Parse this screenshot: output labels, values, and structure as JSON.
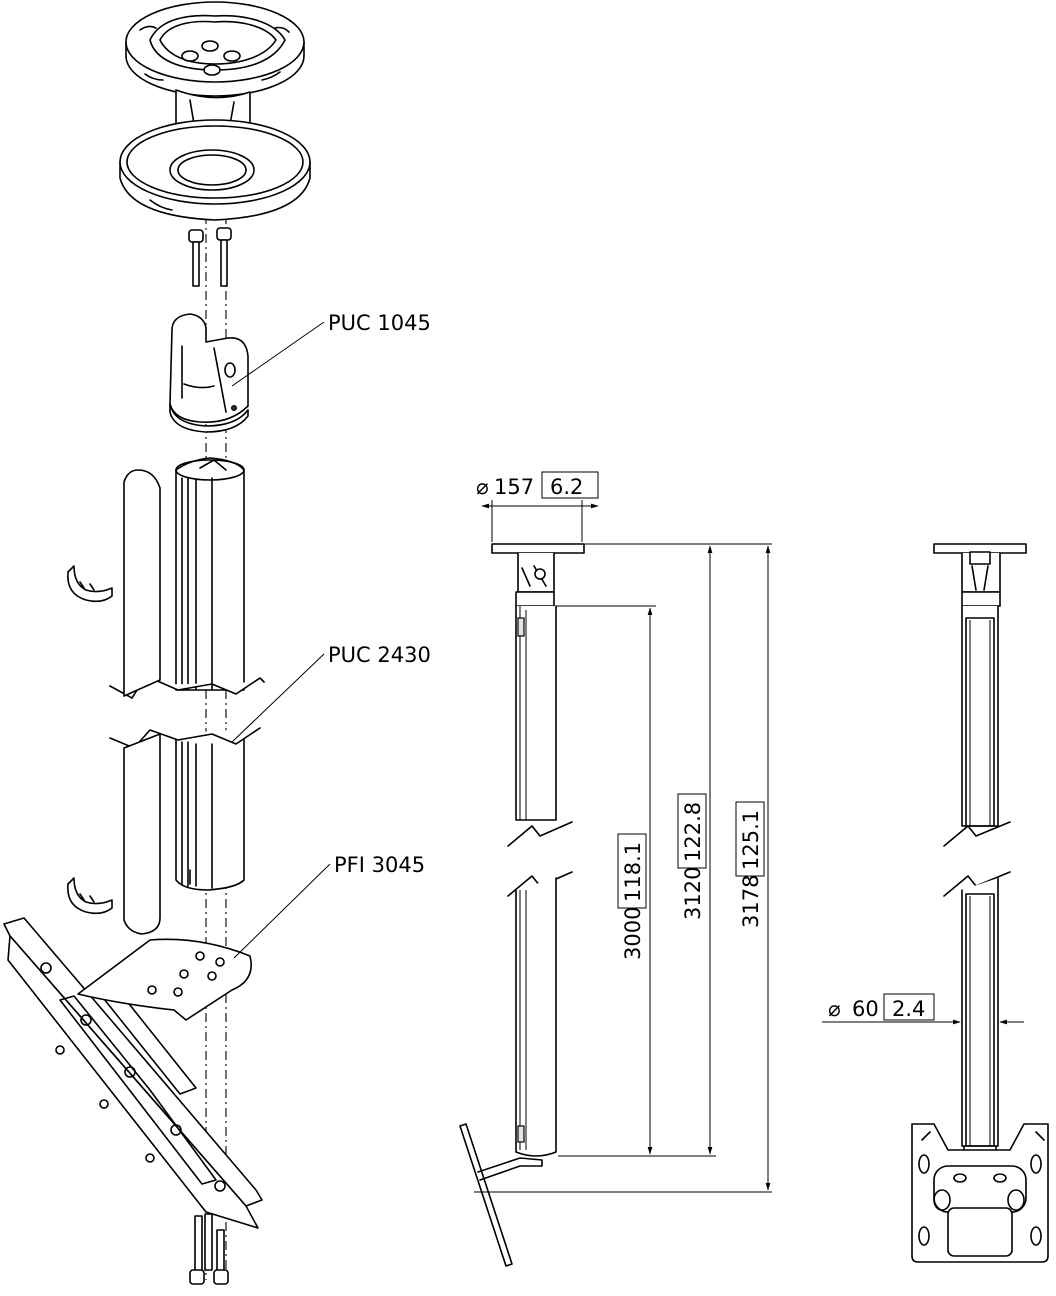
{
  "callouts": {
    "puc_1045": "PUC 1045",
    "puc_2430": "PUC 2430",
    "pfi_3045": "PFI 3045"
  },
  "dimensions": {
    "top_plate_diameter": {
      "symbol": "⌀",
      "mm": "157",
      "inch": "6.2"
    },
    "tube_diameter": {
      "symbol": "⌀",
      "mm": "60",
      "inch": "2.4"
    },
    "tube_length": {
      "mm": "3000",
      "inch": "118.1"
    },
    "mount_length": {
      "mm": "3120",
      "inch": "122.8"
    },
    "overall_length": {
      "mm": "3178",
      "inch": "125.1"
    }
  }
}
